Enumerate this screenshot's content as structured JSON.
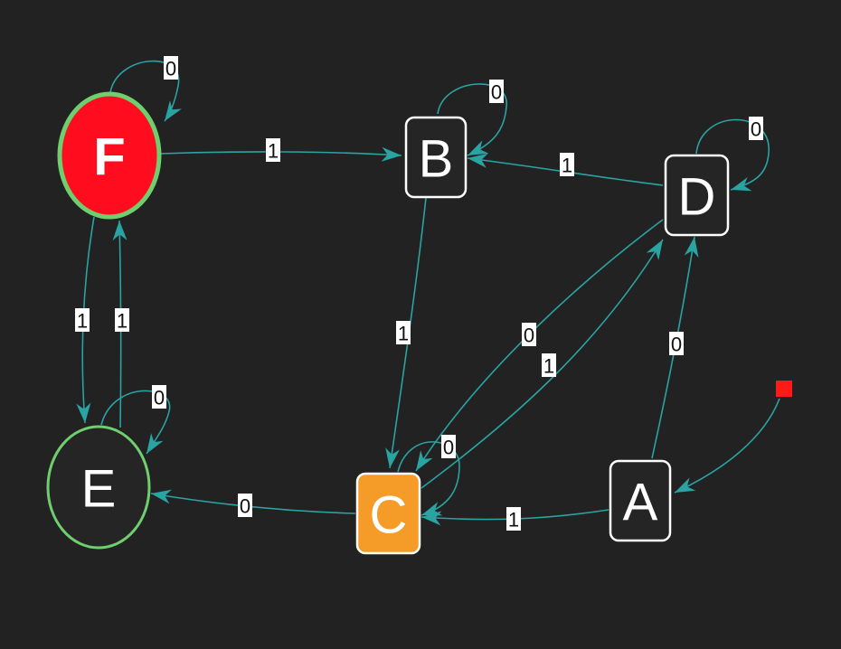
{
  "diagram": {
    "colors": {
      "background": "#222222",
      "edge": "#2aa3a3",
      "accepting_ring": "#6fcf6f",
      "start_marker": "#ff1a1a",
      "node_default_fill": "#252525",
      "node_C_fill": "#f59b27",
      "node_F_fill": "#ff0d1e"
    },
    "nodes": [
      {
        "id": "F",
        "label": "F",
        "accepting": true,
        "fill": "#ff0d1e"
      },
      {
        "id": "B",
        "label": "B",
        "accepting": false,
        "fill": "#252525"
      },
      {
        "id": "D",
        "label": "D",
        "accepting": false,
        "fill": "#252525"
      },
      {
        "id": "E",
        "label": "E",
        "accepting": true,
        "fill": "#252525"
      },
      {
        "id": "C",
        "label": "C",
        "accepting": false,
        "fill": "#f59b27"
      },
      {
        "id": "A",
        "label": "A",
        "accepting": false,
        "fill": "#252525",
        "start": true
      }
    ],
    "edges": [
      {
        "from": "F",
        "to": "F",
        "label": "0"
      },
      {
        "from": "F",
        "to": "B",
        "label": "1"
      },
      {
        "from": "F",
        "to": "E",
        "label": "1"
      },
      {
        "from": "E",
        "to": "F",
        "label": "1"
      },
      {
        "from": "E",
        "to": "E",
        "label": "0"
      },
      {
        "from": "B",
        "to": "B",
        "label": "0"
      },
      {
        "from": "B",
        "to": "C",
        "label": "1"
      },
      {
        "from": "D",
        "to": "B",
        "label": "1"
      },
      {
        "from": "D",
        "to": "D",
        "label": "0"
      },
      {
        "from": "D",
        "to": "C",
        "label": "0"
      },
      {
        "from": "C",
        "to": "D",
        "label": "1"
      },
      {
        "from": "C",
        "to": "C",
        "label": "0"
      },
      {
        "from": "C",
        "to": "E",
        "label": "0"
      },
      {
        "from": "A",
        "to": "D",
        "label": "0"
      },
      {
        "from": "A",
        "to": "C",
        "label": "1"
      }
    ]
  }
}
